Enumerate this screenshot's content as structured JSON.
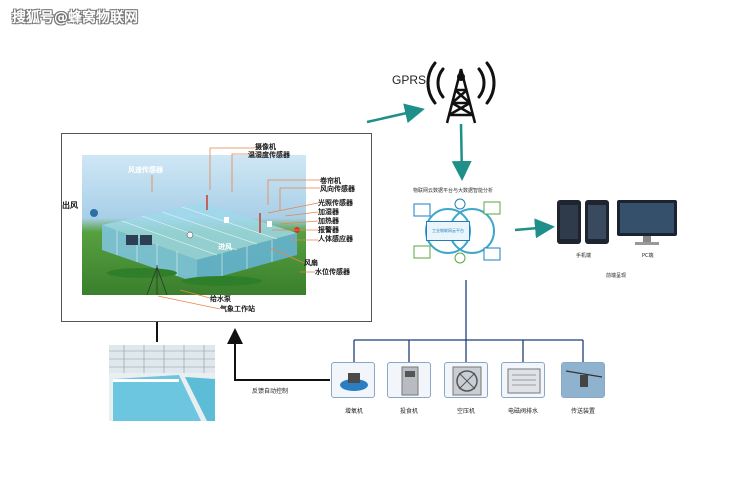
{
  "watermark": "搜狐号@蜂窝物联网",
  "gprs_label": "GPRS",
  "greenhouse": {
    "labels": {
      "camera": "摄像机",
      "temp_humidity_sensor": "温湿度传感器",
      "wind_speed_sensor": "风速传感器",
      "curtain_machine": "卷帘机",
      "wind_direction_sensor": "风向传感器",
      "light_sensor": "光照传感器",
      "humidifier": "加湿器",
      "heater": "加热器",
      "alarm": "报警器",
      "human_sensor": "人体感应器",
      "wind_out": "出风",
      "wind_in": "进风",
      "fan": "风扇",
      "water_level_sensor": "水位传感器",
      "water_pump": "给水泵",
      "weather_station": "气象工作站"
    }
  },
  "platform": {
    "title": "物联网云数据平台与大数据智能分析",
    "center_label": "工业物联网云平台"
  },
  "display": {
    "phone_label": "手机端",
    "pc_label": "PC端",
    "frontend_label": "前端呈现"
  },
  "feedback_label": "反馈自动控制",
  "devices": [
    {
      "label": "增氧机"
    },
    {
      "label": "投食机"
    },
    {
      "label": "空压机"
    },
    {
      "label": "电磁阀排水"
    },
    {
      "label": "传送装置"
    }
  ]
}
